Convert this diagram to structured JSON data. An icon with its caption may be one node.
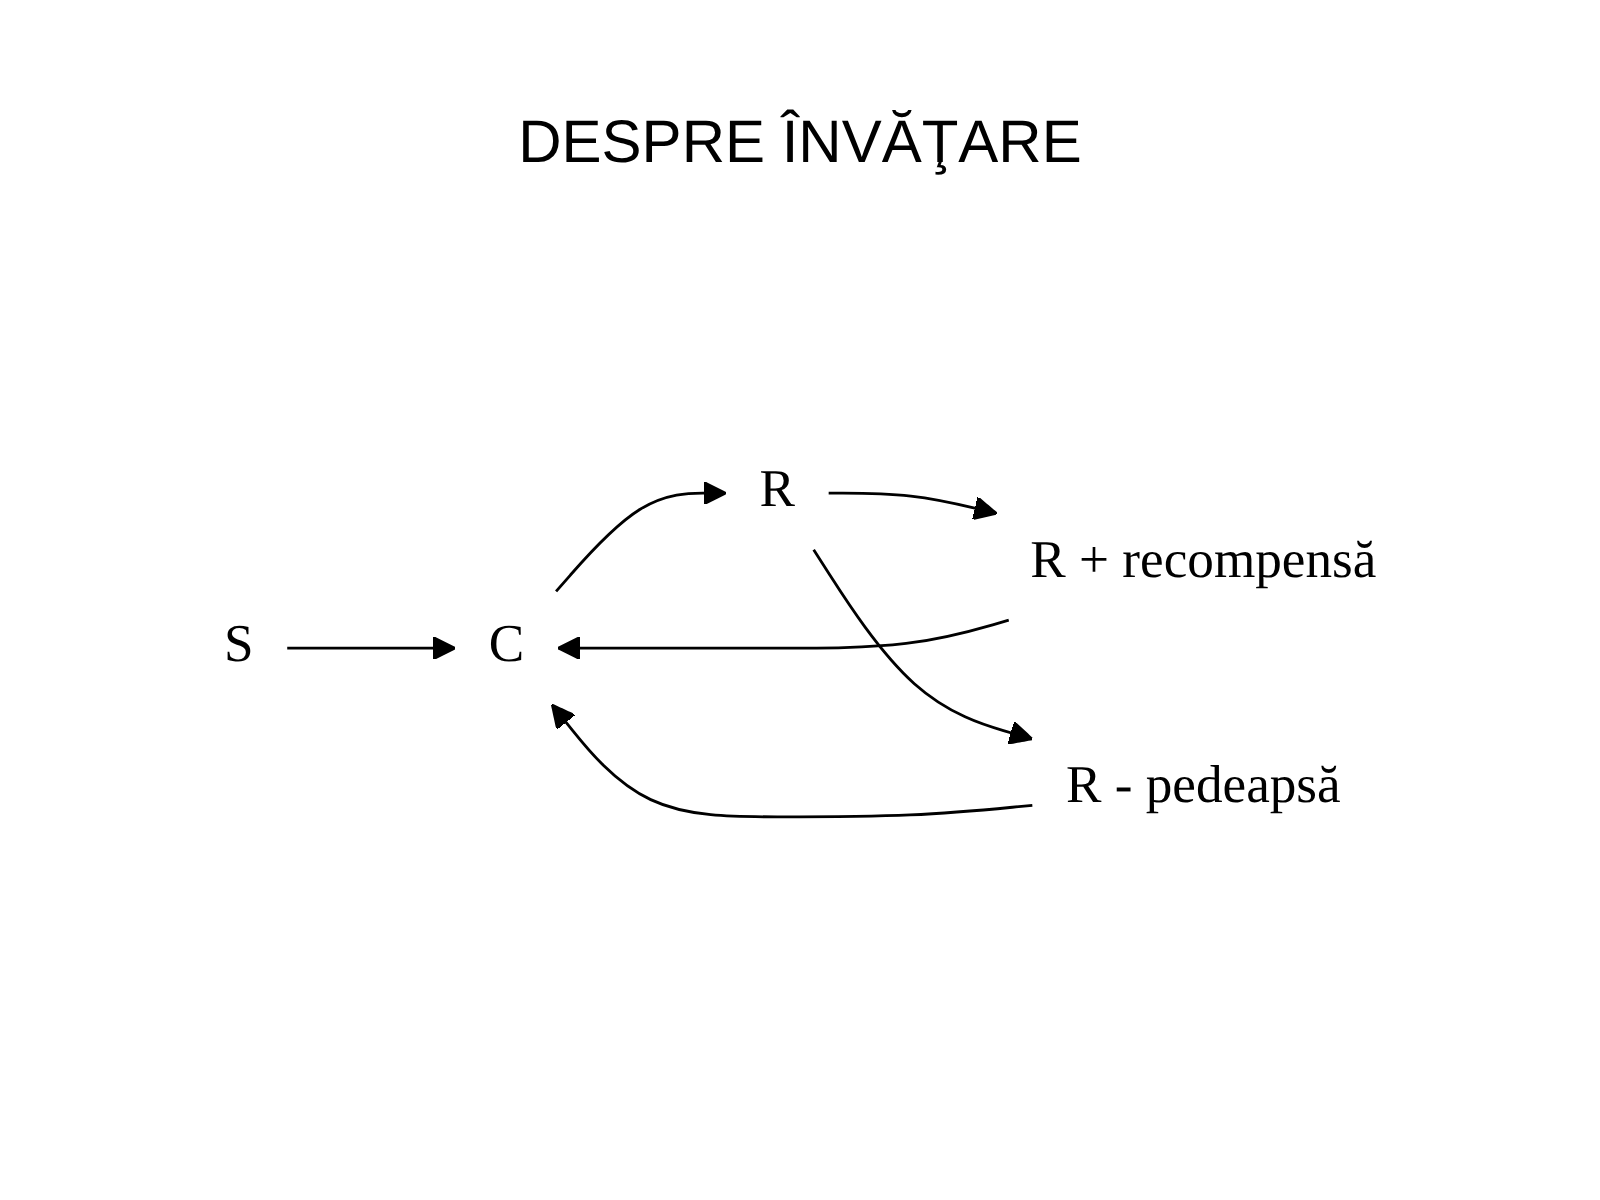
{
  "diagram": {
    "title": "DESPRE ÎNVĂŢARE",
    "nodes": [
      {
        "text": [
          "S"
        ]
      },
      {
        "text": [
          "C"
        ]
      },
      {
        "text": [
          "R"
        ]
      },
      {
        "text": [
          "R + recompensă"
        ]
      },
      {
        "text": [
          "R - pedeapsă"
        ]
      }
    ],
    "edges": [
      {
        "from": 0,
        "to": 1,
        "arrow": "to"
      },
      {
        "from": 1,
        "to": 2,
        "arrow": "to"
      },
      {
        "from": 2,
        "to": 3,
        "arrow": "to"
      },
      {
        "from": 2,
        "to": 4,
        "arrow": "to"
      },
      {
        "from": 3,
        "to": 1,
        "arrow": "to"
      },
      {
        "from": 4,
        "to": 1,
        "arrow": "to"
      }
    ]
  }
}
